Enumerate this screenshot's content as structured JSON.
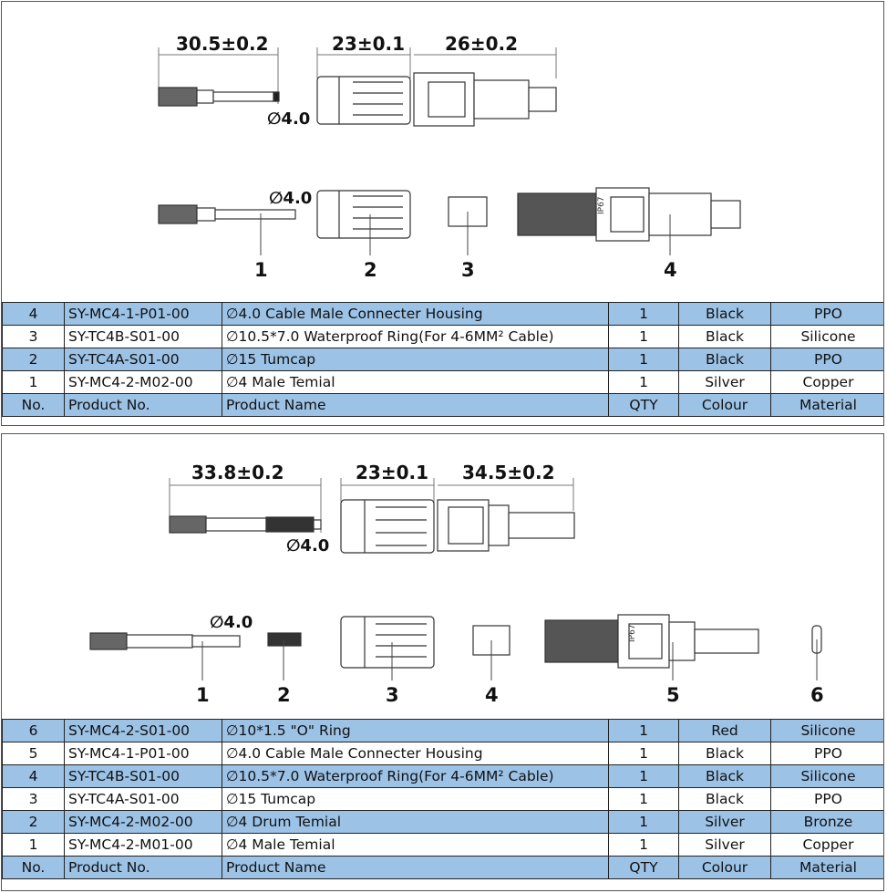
{
  "panels": [
    {
      "dimensions": {
        "terminal_length": "30.5±0.2",
        "cap_length": "23±0.1",
        "housing_length": "26±0.2"
      },
      "diameter_labels": [
        "∅4.0",
        "∅4.0"
      ],
      "callouts": [
        "1",
        "2",
        "3",
        "4"
      ],
      "table": {
        "columns": [
          "No.",
          "Product No.",
          "Product Name",
          "QTY",
          "Colour",
          "Material"
        ],
        "rows": [
          {
            "no": "4",
            "product_no": "SY-MC4-1-P01-00",
            "name": "∅4.0 Cable Male Connecter Housing",
            "qty": "1",
            "colour": "Black",
            "material": "PPO"
          },
          {
            "no": "3",
            "product_no": "SY-TC4B-S01-00",
            "name": "∅10.5*7.0 Waterproof Ring(For 4-6MM² Cable)",
            "qty": "1",
            "colour": "Black",
            "material": "Silicone"
          },
          {
            "no": "2",
            "product_no": "SY-TC4A-S01-00",
            "name": "∅15 Tumcap",
            "qty": "1",
            "colour": "Black",
            "material": "PPO"
          },
          {
            "no": "1",
            "product_no": "SY-MC4-2-M02-00",
            "name": "∅4 Male Temial",
            "qty": "1",
            "colour": "Silver",
            "material": "Copper"
          }
        ]
      }
    },
    {
      "dimensions": {
        "terminal_length": "33.8±0.2",
        "cap_length": "23±0.1",
        "housing_length": "34.5±0.2"
      },
      "diameter_labels": [
        "∅4.0",
        "∅4.0"
      ],
      "callouts": [
        "1",
        "2",
        "3",
        "4",
        "5",
        "6"
      ],
      "table": {
        "columns": [
          "No.",
          "Product No.",
          "Product Name",
          "QTY",
          "Colour",
          "Material"
        ],
        "rows": [
          {
            "no": "6",
            "product_no": "SY-MC4-2-S01-00",
            "name": "∅10*1.5 \"O\" Ring",
            "qty": "1",
            "colour": "Red",
            "material": "Silicone"
          },
          {
            "no": "5",
            "product_no": "SY-MC4-1-P01-00",
            "name": "∅4.0 Cable Male Connecter Housing",
            "qty": "1",
            "colour": "Black",
            "material": "PPO"
          },
          {
            "no": "4",
            "product_no": "SY-TC4B-S01-00",
            "name": "∅10.5*7.0 Waterproof Ring(For 4-6MM² Cable)",
            "qty": "1",
            "colour": "Black",
            "material": "Silicone"
          },
          {
            "no": "3",
            "product_no": "SY-TC4A-S01-00",
            "name": "∅15 Tumcap",
            "qty": "1",
            "colour": "Black",
            "material": "PPO"
          },
          {
            "no": "2",
            "product_no": "SY-MC4-2-M02-00",
            "name": "∅4 Drum Temial",
            "qty": "1",
            "colour": "Silver",
            "material": "Bronze"
          },
          {
            "no": "1",
            "product_no": "SY-MC4-2-M01-00",
            "name": "∅4 Male Temial",
            "qty": "1",
            "colour": "Silver",
            "material": "Copper"
          }
        ]
      }
    }
  ],
  "housing_marking": "IP67",
  "colors": {
    "row_shade": "#9cc2e6",
    "line": "#222222"
  }
}
